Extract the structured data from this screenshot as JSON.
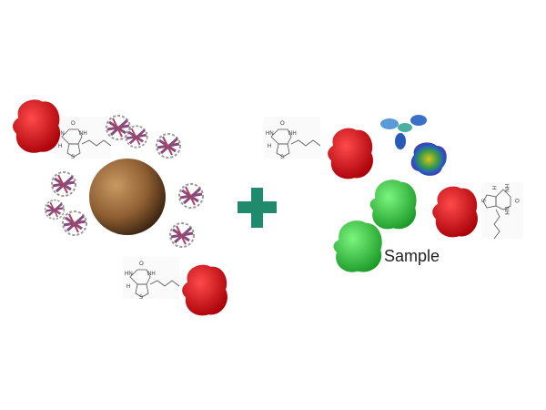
{
  "labels": {
    "sample": "Sample"
  },
  "biotin_atoms": {
    "hn": "HN",
    "nh": "NH",
    "o": "O",
    "s": "S",
    "h": "H"
  },
  "colors": {
    "plus": "#1f8a6c",
    "target_protein": "#d81418",
    "other_protein": "#2fc43c",
    "bead": "#9a6a3a",
    "streptavidin": "#8a4a7a"
  }
}
